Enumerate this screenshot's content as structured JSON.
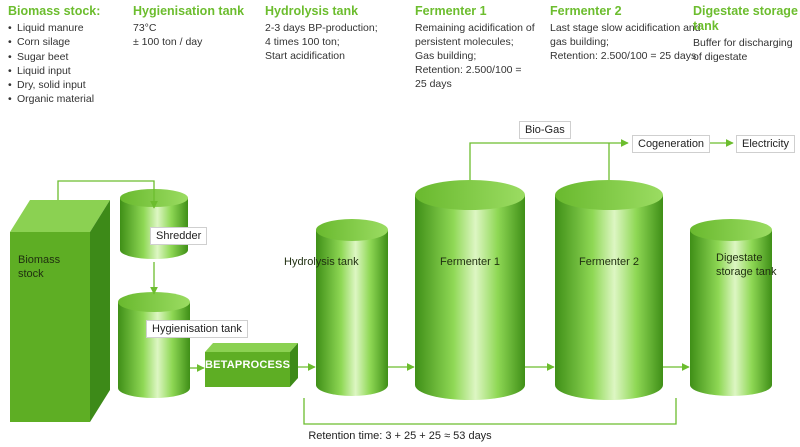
{
  "columns": [
    {
      "title": "Biomass stock:",
      "bullets": [
        "Liquid manure",
        "Corn silage",
        "Sugar beet",
        "Liquid input",
        "Dry, solid input",
        "Organic material"
      ]
    },
    {
      "title": "Hygienisation tank",
      "lines": [
        "73°C",
        "± 100 ton / day"
      ]
    },
    {
      "title": "Hydrolysis tank",
      "lines": [
        "2-3 days BP-production;",
        "4 times 100 ton;",
        "Start acidification"
      ]
    },
    {
      "title": "Fermenter 1",
      "lines": [
        "Remaining acidification of",
        "persistent molecules;",
        "Gas building;",
        "Retention: 2.500/100 =",
        "25 days"
      ]
    },
    {
      "title": "Fermenter 2",
      "lines": [
        "Last stage slow acidification and",
        "gas building;",
        "Retention: 2.500/100 = 25 days"
      ]
    },
    {
      "title": "Digestate storage tank",
      "lines": [
        "Buffer for discharging",
        "of digestate"
      ]
    }
  ],
  "labels": {
    "biogas": "Bio-Gas",
    "cogeneration": "Cogeneration",
    "electricity": "Electricity",
    "shredder": "Shredder",
    "hygienisation": "Hygienisation tank",
    "hydrolysis": "Hydrolysis tank",
    "fermenter1": "Fermenter 1",
    "fermenter2": "Fermenter 2",
    "digestate_1": "Digestate",
    "digestate_2": "storage tank",
    "biomass_1": "Biomass",
    "biomass_2": "stock",
    "betaprocess": "BETAPROCESS"
  },
  "retention_text": "Retention time: 3 + 25 + 25 ≈ 53 days",
  "colors": {
    "green": "#6cbd2e",
    "dark_green": "#3f8a19",
    "light_green": "#b8e88a",
    "arrow": "#6cbd2e"
  }
}
